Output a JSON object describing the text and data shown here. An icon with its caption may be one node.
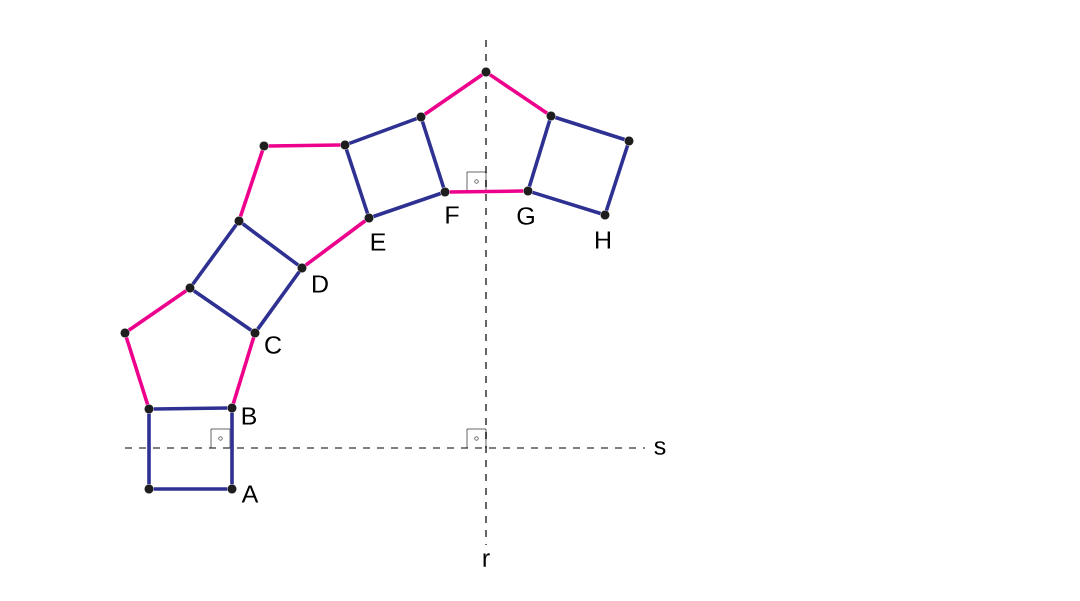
{
  "diagram": {
    "nodes": [
      {
        "text": [
          "A"
        ]
      },
      {
        "text": [],
        "shape": "circle"
      },
      {
        "text": [
          "B"
        ]
      },
      {
        "text": [],
        "shape": "circle"
      },
      {
        "text": [],
        "shape": "circle"
      },
      {
        "text": [],
        "shape": "circle"
      },
      {
        "text": [
          "C"
        ]
      },
      {
        "text": [],
        "shape": "circle"
      },
      {
        "text": [
          "D"
        ]
      },
      {
        "text": [],
        "shape": "circle"
      },
      {
        "text": [],
        "shape": "circle"
      },
      {
        "text": [
          "E"
        ]
      },
      {
        "text": [],
        "shape": "circle"
      },
      {
        "text": [
          "F"
        ]
      },
      {
        "text": [],
        "shape": "circle"
      },
      {
        "text": [],
        "shape": "circle"
      },
      {
        "text": [
          "G"
        ]
      },
      {
        "text": [],
        "shape": "circle"
      },
      {
        "text": [
          "H"
        ]
      }
    ],
    "edges": [
      {
        "from": 1,
        "to": 0,
        "arrow": "none"
      },
      {
        "from": 0,
        "to": 2,
        "arrow": "none"
      },
      {
        "from": 3,
        "to": 2,
        "arrow": "none"
      },
      {
        "from": 1,
        "to": 3,
        "arrow": "none"
      },
      {
        "from": 3,
        "to": 4,
        "arrow": "none",
        "color": "#ec008c"
      },
      {
        "from": 4,
        "to": 5,
        "arrow": "none",
        "color": "#ec008c"
      },
      {
        "from": 2,
        "to": 6,
        "arrow": "none",
        "color": "#ec008c"
      },
      {
        "from": 5,
        "to": 6,
        "arrow": "none"
      },
      {
        "from": 5,
        "to": 7,
        "arrow": "none"
      },
      {
        "from": 7,
        "to": 8,
        "arrow": "none"
      },
      {
        "from": 6,
        "to": 8,
        "arrow": "none"
      },
      {
        "from": 7,
        "to": 9,
        "arrow": "none",
        "color": "#ec008c"
      },
      {
        "from": 9,
        "to": 10,
        "arrow": "none",
        "color": "#ec008c"
      },
      {
        "from": 8,
        "to": 11,
        "arrow": "none",
        "color": "#ec008c"
      },
      {
        "from": 10,
        "to": 11,
        "arrow": "none"
      },
      {
        "from": 10,
        "to": 12,
        "arrow": "none"
      },
      {
        "from": 12,
        "to": 13,
        "arrow": "none"
      },
      {
        "from": 11,
        "to": 13,
        "arrow": "none"
      },
      {
        "from": 12,
        "to": 14,
        "arrow": "none",
        "color": "#ec008c"
      },
      {
        "from": 14,
        "to": 15,
        "arrow": "none",
        "color": "#ec008c"
      },
      {
        "from": 13,
        "to": 16,
        "arrow": "none",
        "color": "#ec008c"
      },
      {
        "from": 15,
        "to": 16,
        "arrow": "none"
      },
      {
        "from": 15,
        "to": 17,
        "arrow": "none"
      },
      {
        "from": 17,
        "to": 18,
        "arrow": "none"
      },
      {
        "from": 16,
        "to": 18,
        "arrow": "none"
      }
    ],
    "labels": [
      "s",
      "r"
    ]
  }
}
